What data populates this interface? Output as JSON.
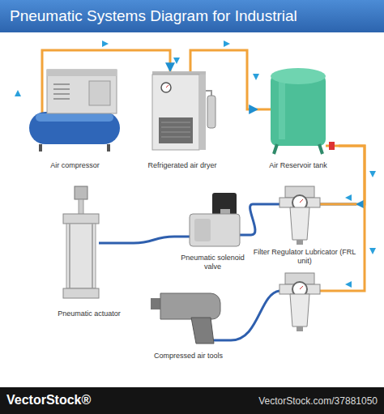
{
  "diagram": {
    "title": "Pneumatic Systems Diagram for Industrial",
    "nodes": [
      {
        "text": [
          "Air compressor"
        ]
      },
      {
        "text": [
          "Refrigerated air dryer"
        ]
      },
      {
        "text": [
          "Air Reservoir tank"
        ]
      },
      {
        "text": [
          "Pneumatic actuator"
        ]
      },
      {
        "text": [
          "Pneumatic solenoid valve"
        ]
      },
      {
        "text": [
          "Filter Regulator Lubricator (FRL unit)"
        ]
      },
      {
        "text": [
          "Compressed air tools"
        ]
      }
    ],
    "edges": [
      {
        "from": 0,
        "to": 1,
        "arrow": "to"
      },
      {
        "from": 1,
        "to": 2,
        "arrow": "to"
      },
      {
        "from": 2,
        "to": 5,
        "arrow": "to"
      },
      {
        "from": 5,
        "to": 4,
        "arrow": "none"
      },
      {
        "from": 4,
        "to": 3,
        "arrow": "none"
      },
      {
        "from": 2,
        "to": 6,
        "arrow": "none"
      }
    ],
    "labels": [
      "VectorStock®",
      "VectorStock.com/37881050"
    ]
  }
}
